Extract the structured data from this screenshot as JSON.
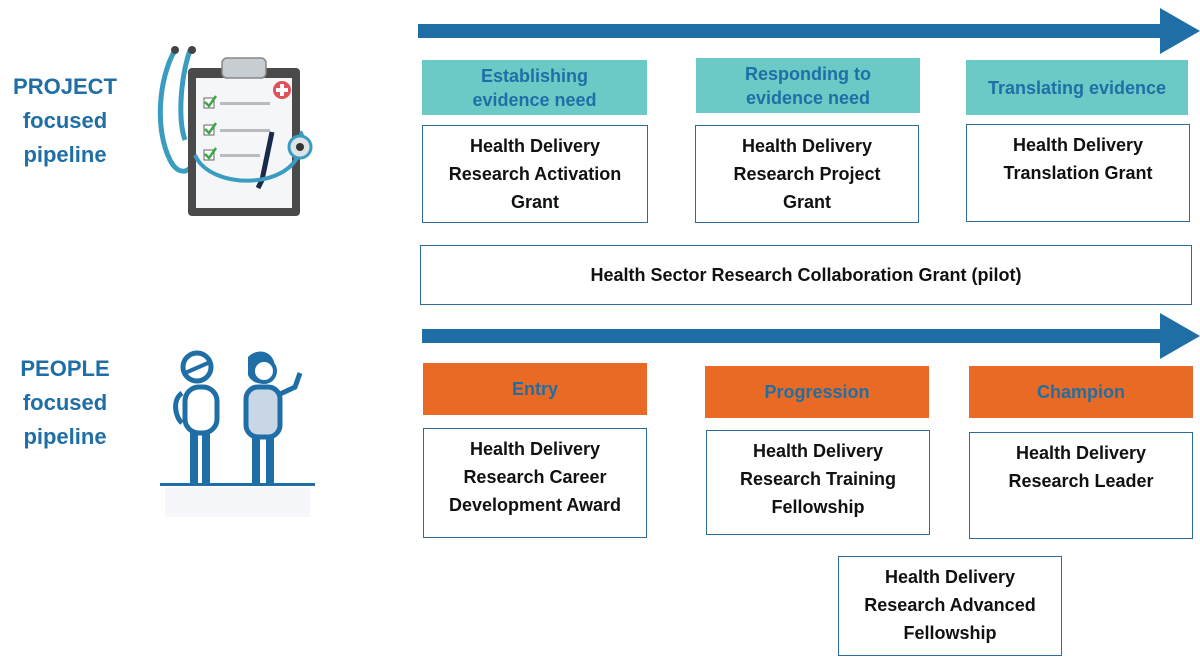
{
  "pipelines": {
    "project": {
      "label_lines": [
        "PROJECT",
        "focused",
        "pipeline"
      ]
    },
    "people": {
      "label_lines": [
        "PEOPLE",
        "focused",
        "pipeline"
      ]
    }
  },
  "project_stages": [
    {
      "label": "Establishing evidence need"
    },
    {
      "label": "Responding to evidence need"
    },
    {
      "label": "Translating evidence"
    }
  ],
  "project_grants": [
    {
      "label": "Health Delivery Research Activation Grant"
    },
    {
      "label": "Health Delivery Research Project Grant"
    },
    {
      "label": "Health Delivery Translation Grant"
    }
  ],
  "collaboration_grant": {
    "label": "Health Sector Research Collaboration Grant (pilot)"
  },
  "people_stages": [
    {
      "label": "Entry"
    },
    {
      "label": "Progression"
    },
    {
      "label": "Champion"
    }
  ],
  "people_awards": [
    {
      "label": "Health Delivery Research Career Development Award"
    },
    {
      "label": "Health Delivery Research Training Fellowship"
    },
    {
      "label": "Health Delivery Research Leader"
    },
    {
      "label": "Health Delivery Research Advanced Fellowship"
    }
  ],
  "icons": {
    "project": "clipboard-stethoscope-icon",
    "people": "two-people-icon"
  },
  "colors": {
    "arrow": "#1f6fa6",
    "stage_project": "#6ccac6",
    "stage_people": "#e86a24",
    "label_text": "#1f6fa6",
    "box_border": "#2d6b98"
  }
}
